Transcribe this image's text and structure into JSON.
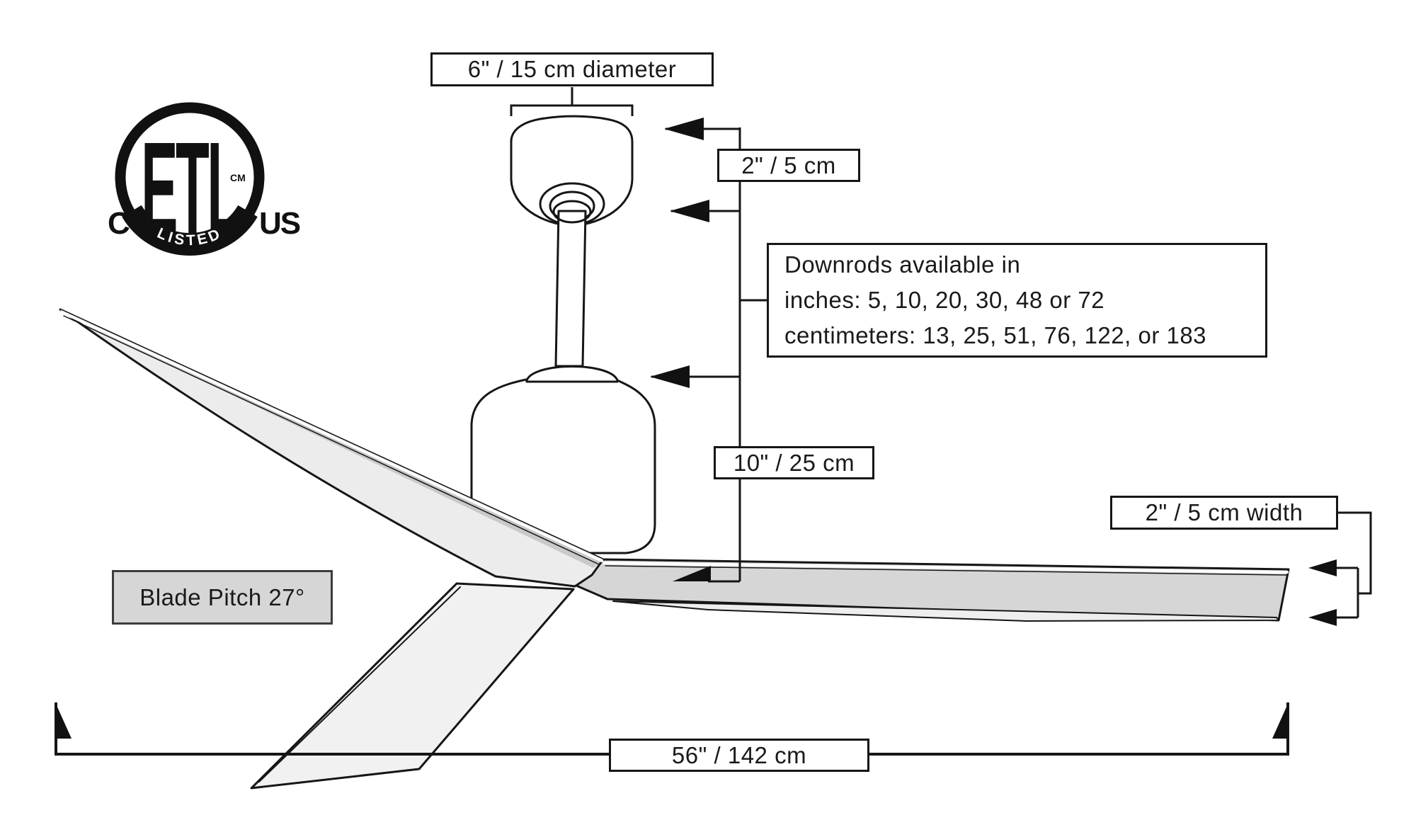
{
  "diagram": {
    "title": "Ceiling fan dimension diagram",
    "labels": {
      "canopy_diameter": "6\" / 15 cm diameter",
      "canopy_height": "2\" / 5 cm",
      "downrod_lines": [
        "Downrods available in",
        "inches: 5, 10, 20, 30, 48 or 72",
        "centimeters: 13, 25, 51, 76, 122, or 183"
      ],
      "motor_height": "10\" / 25 cm",
      "blade_width": "2\" / 5 cm width",
      "blade_pitch": "Blade Pitch 27°",
      "blade_span": "56\"  / 142 cm"
    },
    "certification": {
      "mark": "ETL",
      "prefix": "C",
      "suffix": "US",
      "listed": "LISTED",
      "trademark": "CM"
    },
    "colors": {
      "line": "#161616",
      "blade_top_surface": "#d6d6d6",
      "blade_face": "#ececec",
      "blade_edge_band": "#c9c9c9",
      "blade_lower": "#f1f1f1",
      "pitch_box_background": "#d6d6d6"
    }
  }
}
